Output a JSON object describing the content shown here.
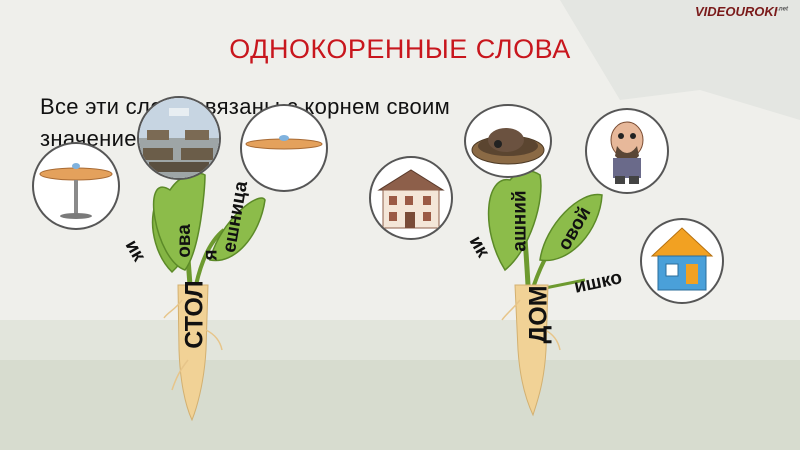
{
  "watermark": {
    "brand": "VIDEOUROKI",
    "suffix": ".net"
  },
  "title": "ОДНОКОРЕННЫЕ СЛОВА",
  "text": {
    "line1": "Все эти слова связаны с корнем своим",
    "line2": "значением."
  },
  "plants": [
    {
      "root": "СТОЛ",
      "suffixes": [
        "ик",
        "ова",
        "я",
        "ешница"
      ]
    },
    {
      "root": "ДОМ",
      "suffixes": [
        "ик",
        "ашний",
        "овой",
        "ишко"
      ]
    }
  ],
  "icons": [
    "table-icon",
    "canteen-icon",
    "tray-table-icon",
    "house-icon",
    "bowl-animal-icon",
    "goblin-icon",
    "small-house-icon"
  ],
  "colors": {
    "title": "#c8161d",
    "leaf": "#7fae3f",
    "root": "#f1d296"
  }
}
